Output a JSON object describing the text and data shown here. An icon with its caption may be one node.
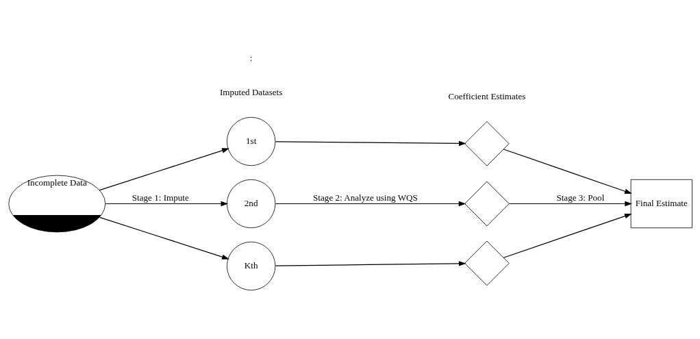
{
  "diagram": {
    "nodes": [
      {
        "text": [
          "Incomplete Data"
        ]
      },
      {
        "text": [
          "1st"
        ]
      },
      {
        "text": [
          "2nd"
        ]
      },
      {
        "text": [
          "Kth"
        ]
      },
      {
        "text": [],
        "shape": "diamond"
      },
      {
        "text": [],
        "shape": "diamond"
      },
      {
        "text": [],
        "shape": "diamond"
      },
      {
        "text": [
          "Final Estimate"
        ]
      }
    ],
    "edges": [
      {
        "from": 0,
        "to": 1,
        "arrow": "to"
      },
      {
        "from": 0,
        "to": 2,
        "arrow": "to",
        "label": "Stage 1: Impute"
      },
      {
        "from": 0,
        "to": 3,
        "arrow": "to"
      },
      {
        "from": 1,
        "to": 4,
        "arrow": "to"
      },
      {
        "from": 2,
        "to": 5,
        "arrow": "to",
        "label": "Stage 2: Analyze using WQS"
      },
      {
        "from": 3,
        "to": 6,
        "arrow": "to"
      },
      {
        "from": 4,
        "to": 7,
        "arrow": "to"
      },
      {
        "from": 5,
        "to": 7,
        "arrow": "to",
        "label": "Stage 3: Pool"
      },
      {
        "from": 6,
        "to": 7,
        "arrow": "to"
      }
    ],
    "labels": [
      "Imputed Datasets",
      "Coefficient Estimates",
      ":"
    ]
  }
}
